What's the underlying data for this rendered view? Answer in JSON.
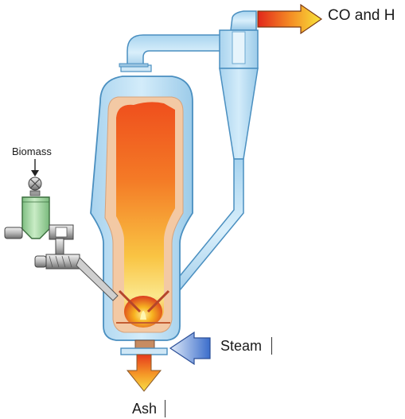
{
  "labels": {
    "product_gas": "CO and H",
    "biomass": "Biomass",
    "steam": "Steam",
    "ash": "Ash"
  },
  "icons": [
    "cyclone-separator",
    "gasifier-vessel",
    "biomass-feed-hopper",
    "screw-feeder",
    "gas-outlet-arrow",
    "steam-inlet-arrow",
    "ash-outlet-arrow"
  ],
  "colors": {
    "vessel_shell": "#bfe0f4",
    "vessel_outline": "#4a8fc0",
    "refractory": "#f3c9a4",
    "hot_bed_top": "#f05a1e",
    "hot_bed_bottom": "#fbe68a",
    "hopper": "#a4d8a4",
    "steam_arrow": "#4d7fd1",
    "product_arrow_start": "#e8311a",
    "product_arrow_end": "#f7e23a"
  }
}
